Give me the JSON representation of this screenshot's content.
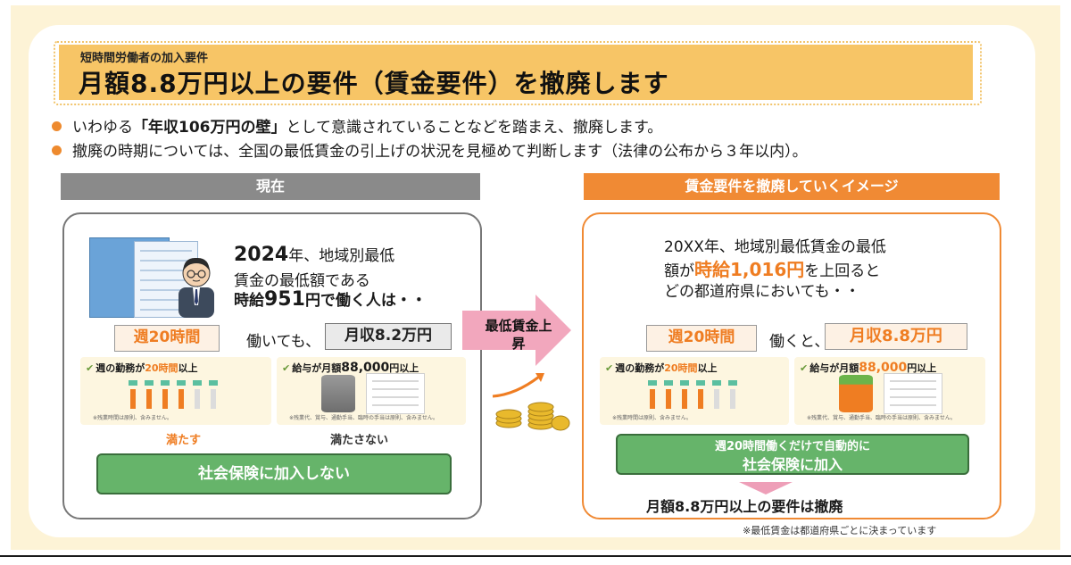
{
  "header": {
    "subtitle": "短時間労働者の加入要件",
    "title": "月額8.8万円以上の要件（賃金要件）を撤廃します"
  },
  "bullets": {
    "b1_pre": "いわゆる",
    "b1_bold": "「年収106万円の壁」",
    "b1_post": "として意識されていることなどを踏まえ、撤廃します。",
    "b2": "撤廃の時期については、全国の最低賃金の引上げの状況を見極めて判断します（法律の公布から３年以内）。"
  },
  "left": {
    "section": "現在",
    "line1_bold": "2024",
    "line1_rest": "年、地域別最低",
    "line2": "賃金の最低額である",
    "line3_pre": "時給",
    "line3_bold": "951",
    "line3_post": "円で働く人は・・",
    "hours_tag": "週20時間",
    "connector": "働いても、",
    "income_tag": "月収8.2万円",
    "mini1_title_pre": "週の勤務が",
    "mini1_title_hl": "20時間",
    "mini1_title_post": "以上",
    "mini1_note": "※残業時間は原則、含みません。",
    "mini2_title_pre": "給与が月額",
    "mini2_title_hl": "88,000",
    "mini2_title_post": "円以上",
    "mini2_note": "※残業代、賞与、通勤手当、臨時の手当は原則、含みません。",
    "status1": "満たす",
    "status2": "満たさない",
    "button": "社会保険に加入しない"
  },
  "middle": {
    "label": "最低賃金上昇"
  },
  "right": {
    "section": "賃金要件を撤廃していくイメージ",
    "line1": "20XX年、地域別最低賃金の最低",
    "line2_pre": "額が",
    "line2_hl": "時給1,016円",
    "line2_post": "を上回ると",
    "line3": "どの都道府県においても・・",
    "hours_tag": "週20時間",
    "connector": "働くと、",
    "income_tag": "月収8.8万円",
    "mini1_title_pre": "週の勤務が",
    "mini1_title_hl": "20時間",
    "mini1_title_post": "以上",
    "mini1_note": "※残業時間は原則、含みません。",
    "mini2_title_pre": "給与が月額",
    "mini2_title_hl": "88,000",
    "mini2_title_post": "円以上",
    "mini2_note": "※残業代、賞与、通勤手当、臨時の手当は原則、含みません。",
    "button_line1": "週20時間働くだけで自動的に",
    "button_line2": "社会保険に加入",
    "conclusion": "月額8.8万円以上の要件は撤廃"
  },
  "footnote": "※最低賃金は都道府県ごとに決まっています",
  "colors": {
    "accent_orange": "#f08a34",
    "section_grey": "#8a8a8a",
    "header_yellow": "#f7c566",
    "button_green": "#66b46a",
    "highlight_orange": "#ef7d22"
  }
}
